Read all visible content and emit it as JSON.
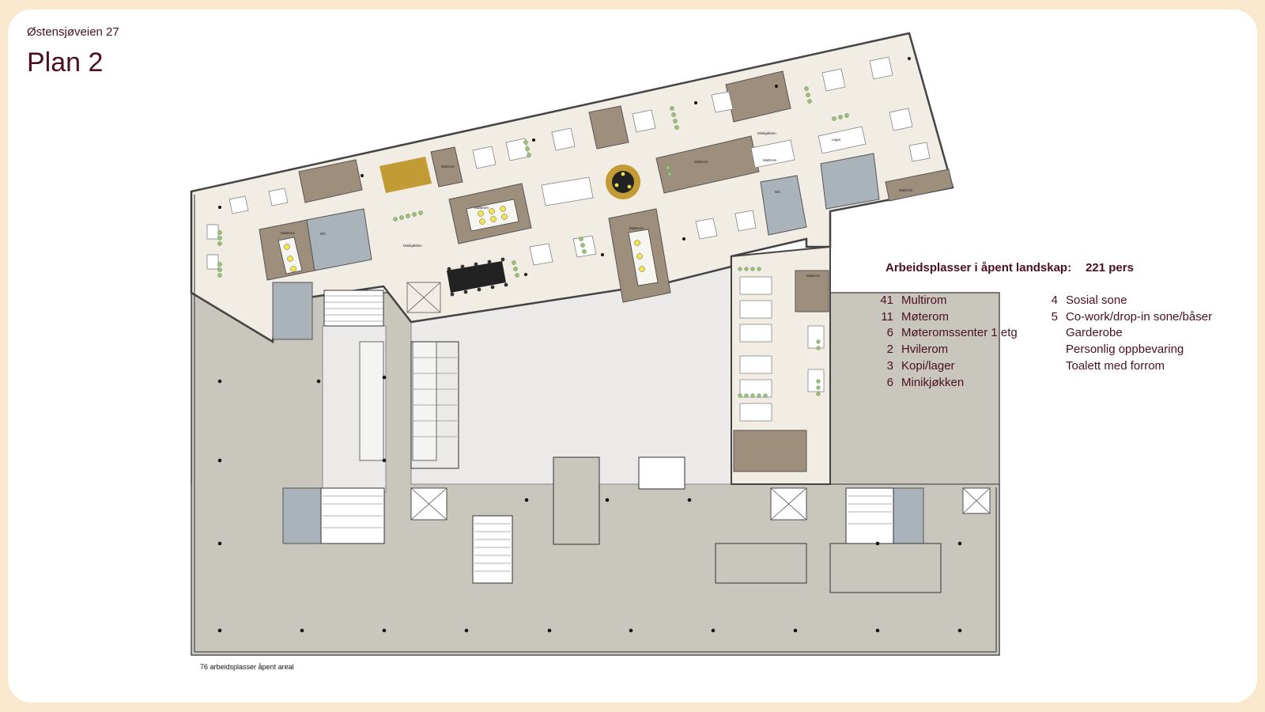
{
  "header": {
    "address": "Østensjøveien 27",
    "title": "Plan 2"
  },
  "plan": {
    "caption": "76 arbeidsplasser åpent areal",
    "room_labels": {
      "meeting_room": "Møterom",
      "multi_room": "Multirom",
      "wc": "WC",
      "storage": "Lager",
      "mini_kitchen": "Minikjøkken"
    }
  },
  "legend": {
    "heading": "Arbeidsplasser i åpent landskap:",
    "total": "221 pers",
    "col1": [
      {
        "count": "41",
        "label": "Multirom"
      },
      {
        "count": "11",
        "label": "Møterom"
      },
      {
        "count": "6",
        "label": "Møteromssenter 1 etg"
      },
      {
        "count": "2",
        "label": "Hvilerom"
      },
      {
        "count": "3",
        "label": "Kopi/lager"
      },
      {
        "count": "6",
        "label": "Minikjøkken"
      }
    ],
    "col2": [
      {
        "count": "4",
        "label": "Sosial sone"
      },
      {
        "count": "5",
        "label": "Co-work/drop-in sone/båser"
      },
      {
        "count": "",
        "label": "Garderobe"
      },
      {
        "count": "",
        "label": "Personlig oppbevaring"
      },
      {
        "count": "",
        "label": "Toalett med forrom"
      }
    ]
  },
  "colors": {
    "background": "#fbe9cf",
    "text": "#4a0f24",
    "floor_light": "#f1ece4",
    "floor_grey": "#c9c6bd",
    "room_brown": "#9e8e7c",
    "wc_blue": "#a9b3b9",
    "furniture_green": "#9bbf7d",
    "accent_yellow": "#f2e64a",
    "accent_mustard": "#c29b34"
  }
}
